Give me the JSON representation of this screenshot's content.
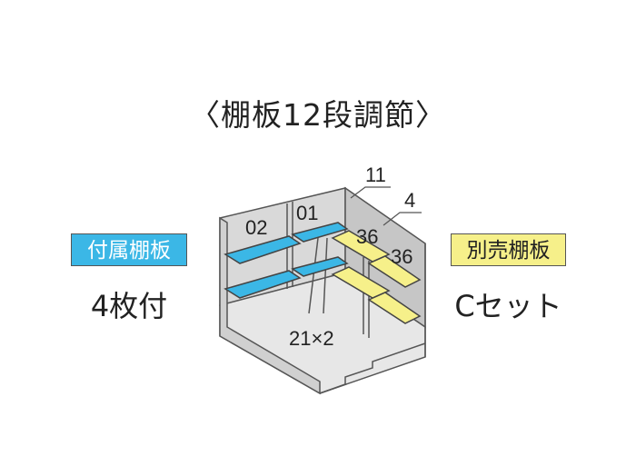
{
  "title": "〈棚板12段調節〉",
  "included": {
    "badge": "付属棚板",
    "quantity": "4枚付",
    "color": "#3bb7e6"
  },
  "separate": {
    "badge": "別売棚板",
    "quantity": "Cセット",
    "color": "#f6f08a"
  },
  "labels": {
    "l02": "02",
    "l01": "01",
    "l11": "11",
    "l4": "4",
    "l36a": "36",
    "l36b": "36",
    "l21x2": "21×2"
  }
}
